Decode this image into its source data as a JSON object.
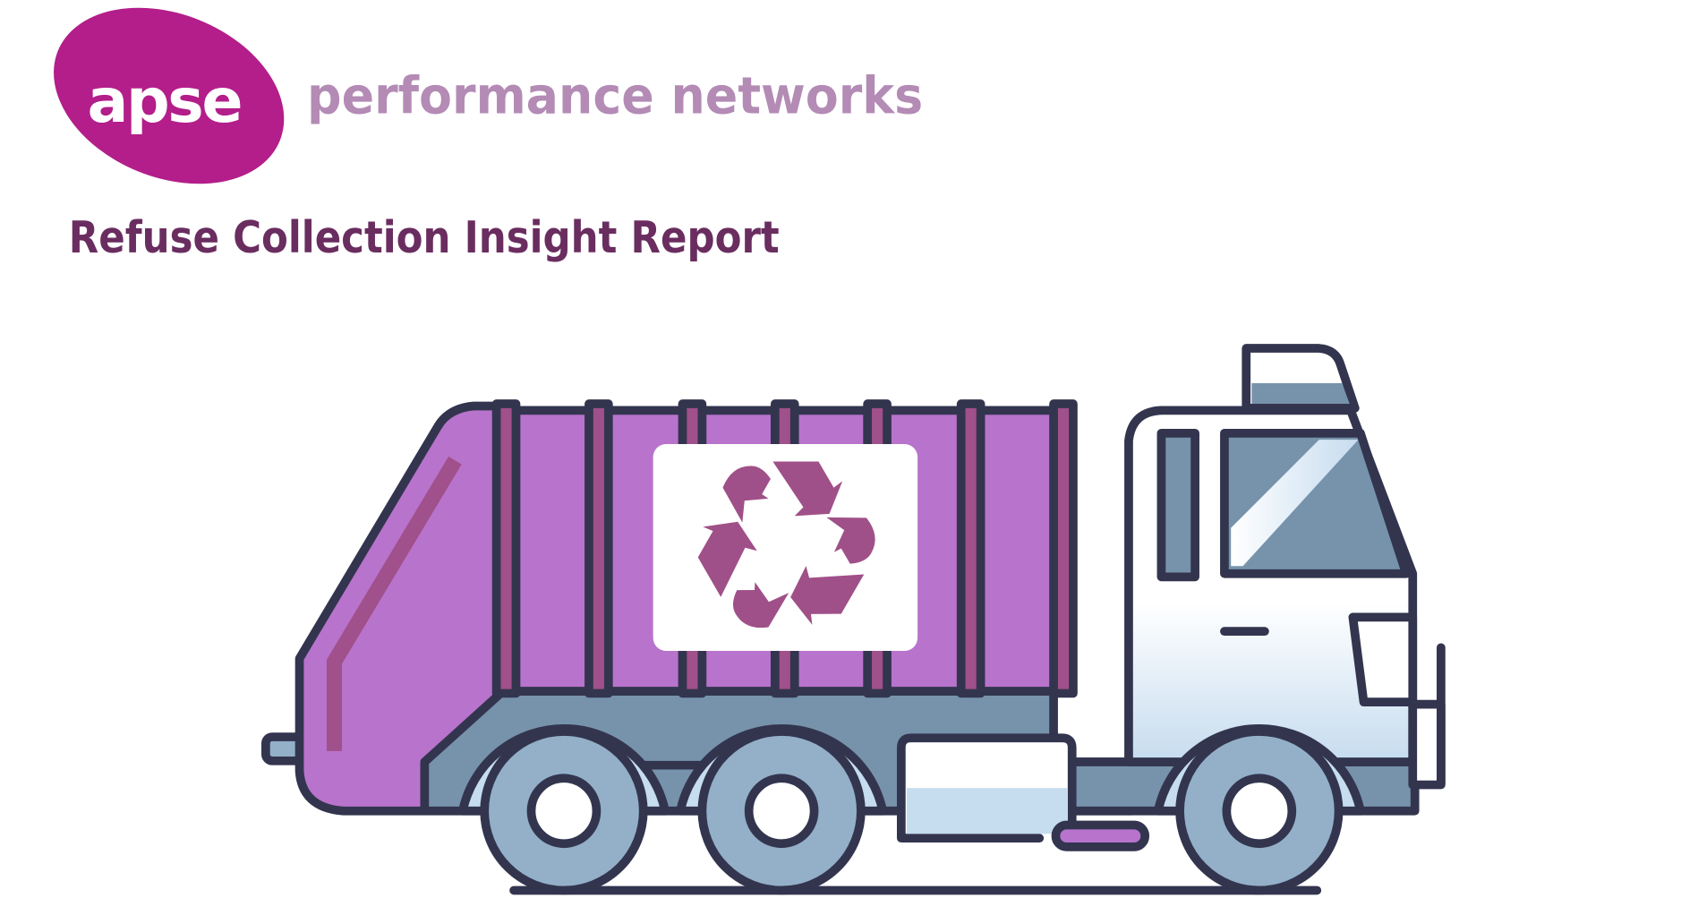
{
  "logo": {
    "brand": "apse",
    "tagline": "performance networks"
  },
  "report": {
    "title": "Refuse Collection Insight Report"
  },
  "illustration": {
    "subject": "refuse-truck-icon",
    "symbol": "recycle-icon"
  },
  "colors": {
    "brand_magenta": "#b31e8a",
    "tagline": "#b38bb5",
    "title": "#6a2d60",
    "truck_body": "#b873cc",
    "outline": "#33354f",
    "chassis": "#7793ab"
  }
}
